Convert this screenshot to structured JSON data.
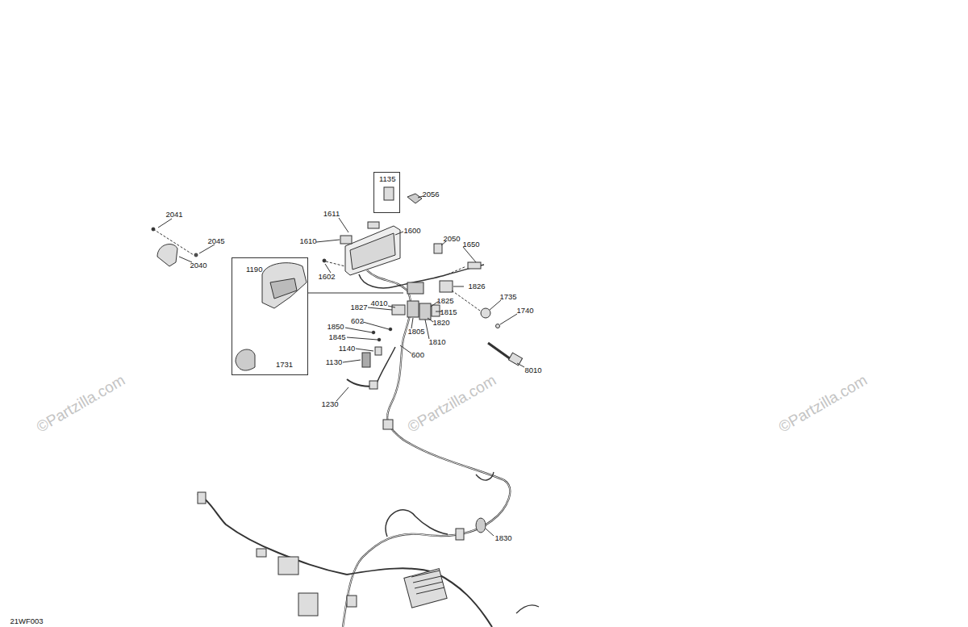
{
  "diagram": {
    "nodes": [
      {
        "text": [
          "1135"
        ]
      },
      {
        "text": [
          "1190",
          "1731"
        ]
      }
    ],
    "edges": [],
    "labels": [
      "2041",
      "2045",
      "2040",
      "1611",
      "1610",
      "1600",
      "1602",
      "2056",
      "2050",
      "1650",
      "1826",
      "1825",
      "1815",
      "1820",
      "1810",
      "1805",
      "1827",
      "4010",
      "602",
      "1850",
      "1845",
      "600",
      "1140",
      "1130",
      "1230",
      "1735",
      "1740",
      "8010",
      "1830",
      "21WF003",
      "©Partzilla.com",
      "©Partzilla.com",
      "©Partzilla.com"
    ]
  }
}
